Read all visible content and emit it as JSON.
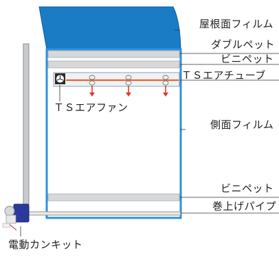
{
  "labels": {
    "roof_film": "屋根面フィルム",
    "double_pet_top": "ダブルペット",
    "vinyl_pet_top": "ビニペット",
    "ts_air_tube": "ＴＳエアチューブ",
    "ts_air_fan": "ＴＳエアファン",
    "side_film": "側面フィルム",
    "vinyl_pet_bottom": "ビニペット",
    "roll_up_pipe": "巻上げパイプ",
    "electric_winder": "電動カンキット"
  },
  "colors": {
    "roof_fill": "#1a7cc4",
    "frame_blue": "#2f8fdc",
    "pet_rail": "#c8cacc",
    "tube_orange": "#e8672a",
    "arrow_red": "#e0392b",
    "motor_blue": "#2a3a9a"
  }
}
